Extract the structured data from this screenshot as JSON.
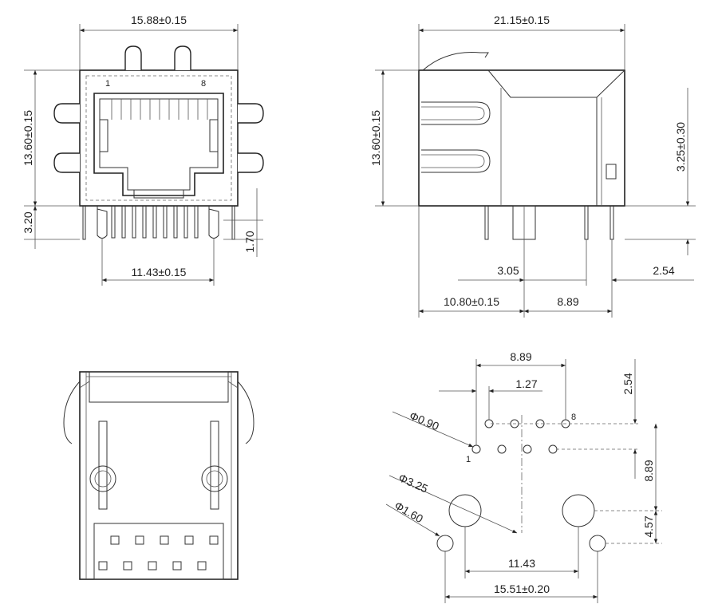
{
  "front_view": {
    "width_dim": "15.88±0.15",
    "height_dim": "13.60±0.15",
    "pin1_label": "1",
    "pin8_label": "8",
    "standoff_dim": "3.20",
    "pin_length_dim": "1.70",
    "pin_span_dim": "11.43±0.15"
  },
  "side_view": {
    "length_dim": "21.15±0.15",
    "height_dim": "13.60±0.15",
    "led_height_dim": "3.25±0.30",
    "offset_dim": "3.05",
    "pitch_dim": "2.54",
    "front_to_post_dim": "10.80±0.15",
    "row_spacing_dim": "8.89"
  },
  "footprint": {
    "pin_row_span": "8.89",
    "pin_pitch": "1.27",
    "row_offset": "2.54",
    "pin_hole_dia": "Φ0.90",
    "row_to_post": "8.89",
    "post_hole_dia": "Φ3.25",
    "shield_hole_dia": "Φ1.60",
    "post_spacing": "11.43",
    "shield_spacing": "15.51±0.20",
    "post_to_shield": "4.57",
    "pin1_label": "1",
    "pin8_label": "8"
  }
}
